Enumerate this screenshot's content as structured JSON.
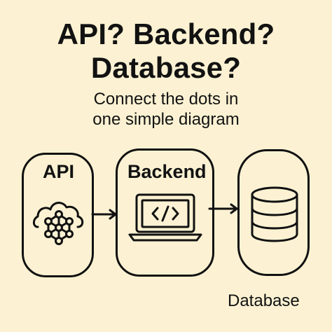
{
  "title": {
    "line1": "API? Backend?",
    "line2": "Database?"
  },
  "subtitle": {
    "line1": "Connect the dots in",
    "line2": "one simple diagram"
  },
  "nodes": {
    "api": {
      "label": "API",
      "icon": "cloud-network-icon"
    },
    "backend": {
      "label": "Backend",
      "icon": "laptop-code-icon"
    },
    "database": {
      "label": "Database",
      "icon": "database-icon"
    }
  },
  "colors": {
    "background": "#fcf2d3",
    "ink": "#121212"
  }
}
